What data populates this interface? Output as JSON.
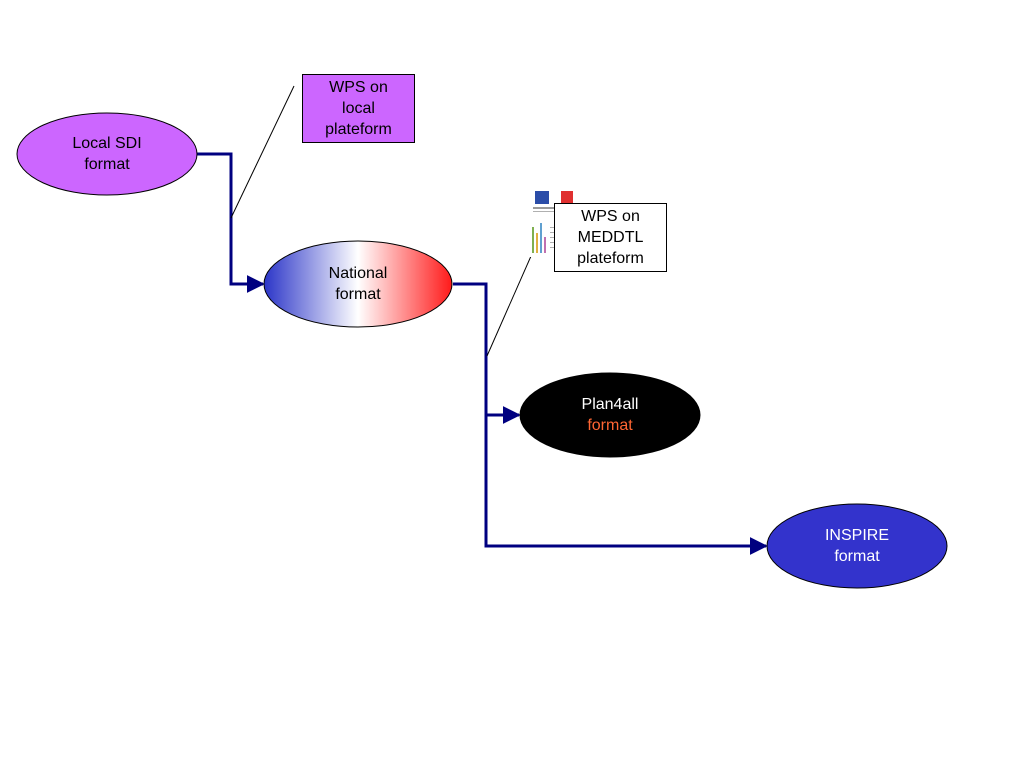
{
  "nodes": {
    "local": {
      "line1": "Local SDI",
      "line2": "format",
      "fill": "#cc66ff"
    },
    "national": {
      "line1": "National",
      "line2": "format",
      "gradient": [
        "#2b35c8",
        "#ffffff",
        "#ff1a1a"
      ]
    },
    "plan4all": {
      "line1": "Plan4all",
      "line2": "format",
      "fill": "#000000",
      "text_color": "#ffffff",
      "accent_color": "#ff6633"
    },
    "inspire": {
      "line1": "INSPIRE",
      "line2": "format",
      "fill": "#3333cc",
      "text_color": "#ffffff"
    }
  },
  "callouts": {
    "wps_local": {
      "line1": "WPS on",
      "line2": "local",
      "line3": "plateform",
      "fill": "#cc66ff"
    },
    "wps_meddtl": {
      "line1": "WPS on",
      "line2": "MEDDTL",
      "line3": "plateform",
      "fill": "#ffffff"
    }
  },
  "logo": {
    "icon": "french-ministry-logo"
  },
  "connector_color": "#000080"
}
